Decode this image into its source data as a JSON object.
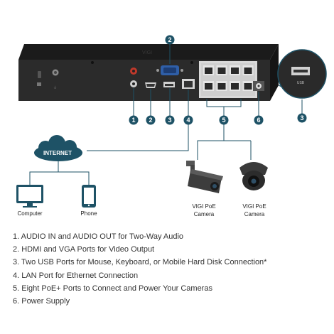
{
  "colors": {
    "accent": "#1e5266",
    "device_body": "#2b2b2b",
    "device_top": "#1a1a1a",
    "port_metal": "#bfbfbf"
  },
  "device": {
    "brand_text": "VIGI"
  },
  "callouts": [
    {
      "number": "1",
      "icon": "audio-ports"
    },
    {
      "number": "2",
      "icon": "hdmi-vga-ports"
    },
    {
      "number": "3",
      "icon": "usb-port"
    },
    {
      "number": "4",
      "icon": "lan-port"
    },
    {
      "number": "5",
      "icon": "poe-ports"
    },
    {
      "number": "6",
      "icon": "power-supply"
    }
  ],
  "top_callout": "2",
  "zoom_callout": "3",
  "zoom_usb_label": "USB",
  "internet": {
    "label": "INTERNET"
  },
  "devices": {
    "computer": "Computer",
    "phone": "Phone",
    "camera1_line1": "VIGI PoE",
    "camera1_line2": "Camera",
    "camera2_line1": "VIGI PoE",
    "camera2_line2": "Camera"
  },
  "legend": [
    "1. AUDIO IN and AUDIO OUT for Two-Way Audio",
    "2. HDMI and VGA Ports for Video Output",
    "3. Two USB Ports for Mouse, Keyboard, or Mobile Hard Disk Connection*",
    "4. LAN Port for Ethernet Connection",
    "5. Eight PoE+ Ports to Connect and Power Your Cameras",
    "6. Power Supply"
  ]
}
